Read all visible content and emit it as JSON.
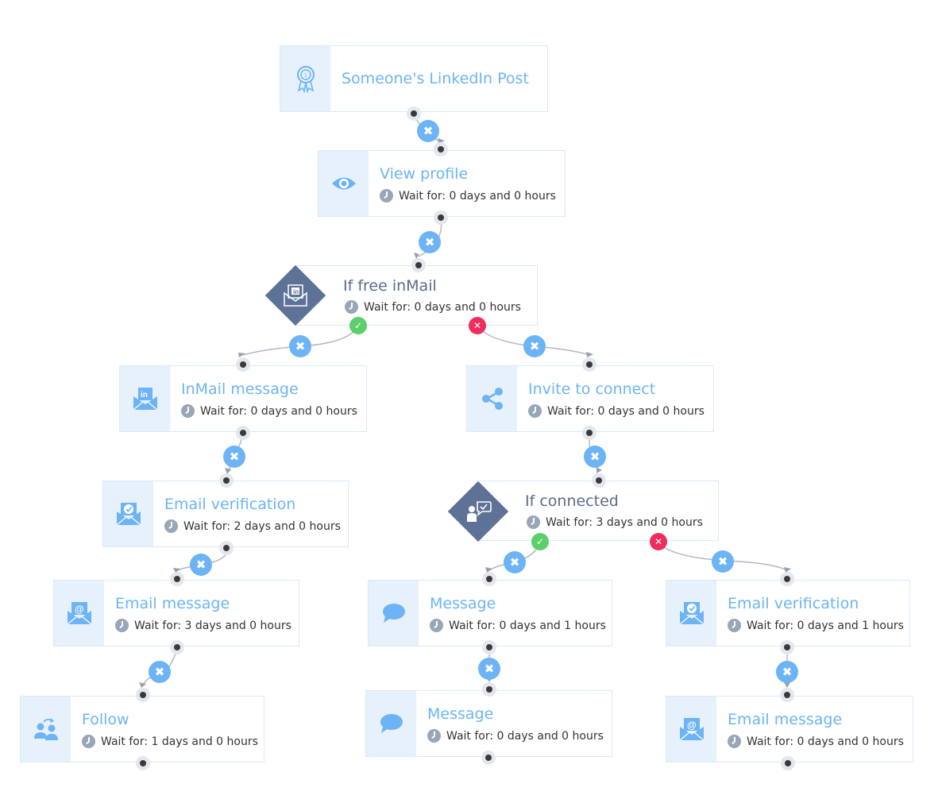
{
  "nodes": {
    "linkedin_post": {
      "title": "Someone's LinkedIn Post",
      "icon": "award-ribbon-icon"
    },
    "view_profile": {
      "title": "View profile",
      "wait": "Wait for: 0 days and 0 hours",
      "icon": "eye-icon"
    },
    "if_free_inmail": {
      "title": "If free inMail",
      "wait": "Wait for: 0 days and 0 hours",
      "icon": "linkedin-envelope-icon"
    },
    "inmail_message": {
      "title": "InMail message",
      "wait": "Wait for: 0 days and 0 hours",
      "icon": "linkedin-envelope-icon"
    },
    "invite_to_connect": {
      "title": "Invite to connect",
      "wait": "Wait for: 0 days and 0 hours",
      "icon": "share-icon"
    },
    "email_verification_1": {
      "title": "Email verification",
      "wait": "Wait for: 2 days and 0 hours",
      "icon": "envelope-check-icon"
    },
    "if_connected": {
      "title": "If connected",
      "wait": "Wait for: 3 days and 0 hours",
      "icon": "person-chat-icon"
    },
    "email_message_1": {
      "title": "Email message",
      "wait": "Wait for: 3 days and 0 hours",
      "icon": "envelope-at-icon"
    },
    "message_1": {
      "title": "Message",
      "wait": "Wait for: 0 days and 1 hours",
      "icon": "chat-bubble-icon"
    },
    "email_verification_2": {
      "title": "Email verification",
      "wait": "Wait for: 0 days and 1 hours",
      "icon": "envelope-check-icon"
    },
    "follow": {
      "title": "Follow",
      "wait": "Wait for: 1 days and 0 hours",
      "icon": "follow-users-icon"
    },
    "message_2": {
      "title": "Message",
      "wait": "Wait for: 0 days and 0 hours",
      "icon": "chat-bubble-icon"
    },
    "email_message_2": {
      "title": "Email message",
      "wait": "Wait for: 0 days and 0 hours",
      "icon": "envelope-at-icon"
    }
  },
  "colors": {
    "accent": "#6cb4f5",
    "icon_bg": "#e6f1fc",
    "condition": "#5d7296",
    "yes": "#5bcf6a",
    "no": "#ef2d5e"
  }
}
